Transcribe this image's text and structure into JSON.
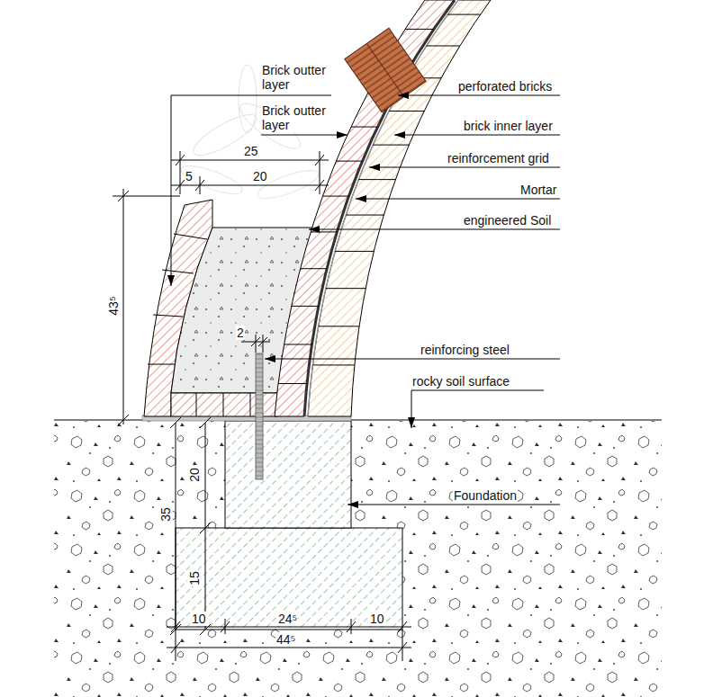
{
  "diagram": {
    "labels": [
      "Brick outter layer",
      "Brick outter layer",
      "perforated bricks",
      "brick inner layer",
      "reinforcement grid",
      "Mortar",
      "engineered Soil",
      "25",
      "5",
      "20",
      "43⁵",
      "2",
      "reinforcing steel",
      "rocky soil surface",
      "Foundation",
      "20",
      "35",
      "15",
      "10",
      "24⁵",
      "10",
      "44⁵"
    ]
  }
}
